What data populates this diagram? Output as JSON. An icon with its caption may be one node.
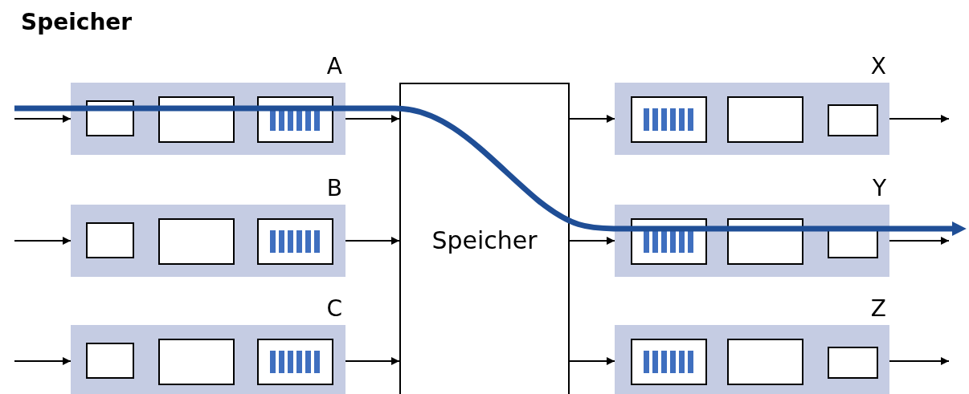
{
  "diagram": {
    "title": "Speicher",
    "nodes": [
      {
        "text": [
          "A"
        ]
      },
      {
        "text": [],
        "shape": "box",
        "in": 0
      },
      {
        "text": [],
        "shape": "box",
        "in": 0
      },
      {
        "text": [],
        "shape": "box",
        "in": 0
      },
      {
        "text": [
          "B"
        ]
      },
      {
        "text": [],
        "shape": "box",
        "in": 4
      },
      {
        "text": [],
        "shape": "box",
        "in": 4
      },
      {
        "text": [],
        "shape": "box",
        "in": 4
      },
      {
        "text": [
          "C"
        ]
      },
      {
        "text": [],
        "shape": "box",
        "in": 8
      },
      {
        "text": [],
        "shape": "box",
        "in": 8
      },
      {
        "text": [],
        "shape": "box",
        "in": 8
      },
      {
        "text": [
          "Speicher"
        ]
      },
      {
        "text": [
          "X"
        ]
      },
      {
        "text": [],
        "shape": "box",
        "in": 13
      },
      {
        "text": [],
        "shape": "box",
        "in": 13
      },
      {
        "text": [],
        "shape": "box",
        "in": 13
      },
      {
        "text": [
          "Y"
        ]
      },
      {
        "text": [],
        "shape": "box",
        "in": 17
      },
      {
        "text": [],
        "shape": "box",
        "in": 17
      },
      {
        "text": [],
        "shape": "box",
        "in": 17
      },
      {
        "text": [
          "Z"
        ]
      },
      {
        "text": [],
        "shape": "box",
        "in": 21
      },
      {
        "text": [],
        "shape": "box",
        "in": 21
      },
      {
        "text": [],
        "shape": "box",
        "in": 21
      }
    ],
    "edges": [
      {
        "from": null,
        "to": 0,
        "arrow": "to"
      },
      {
        "from": null,
        "to": 4,
        "arrow": "to"
      },
      {
        "from": null,
        "to": 8,
        "arrow": "to"
      },
      {
        "from": 0,
        "to": 12,
        "arrow": "to"
      },
      {
        "from": 4,
        "to": 12,
        "arrow": "to"
      },
      {
        "from": 8,
        "to": 12,
        "arrow": "to"
      },
      {
        "from": 12,
        "to": 13,
        "arrow": "to"
      },
      {
        "from": 12,
        "to": 17,
        "arrow": "to"
      },
      {
        "from": 12,
        "to": 21,
        "arrow": "to"
      },
      {
        "from": 13,
        "to": null,
        "arrow": "to"
      },
      {
        "from": 17,
        "to": null,
        "arrow": "to"
      },
      {
        "from": 21,
        "to": null,
        "arrow": "to"
      }
    ]
  }
}
